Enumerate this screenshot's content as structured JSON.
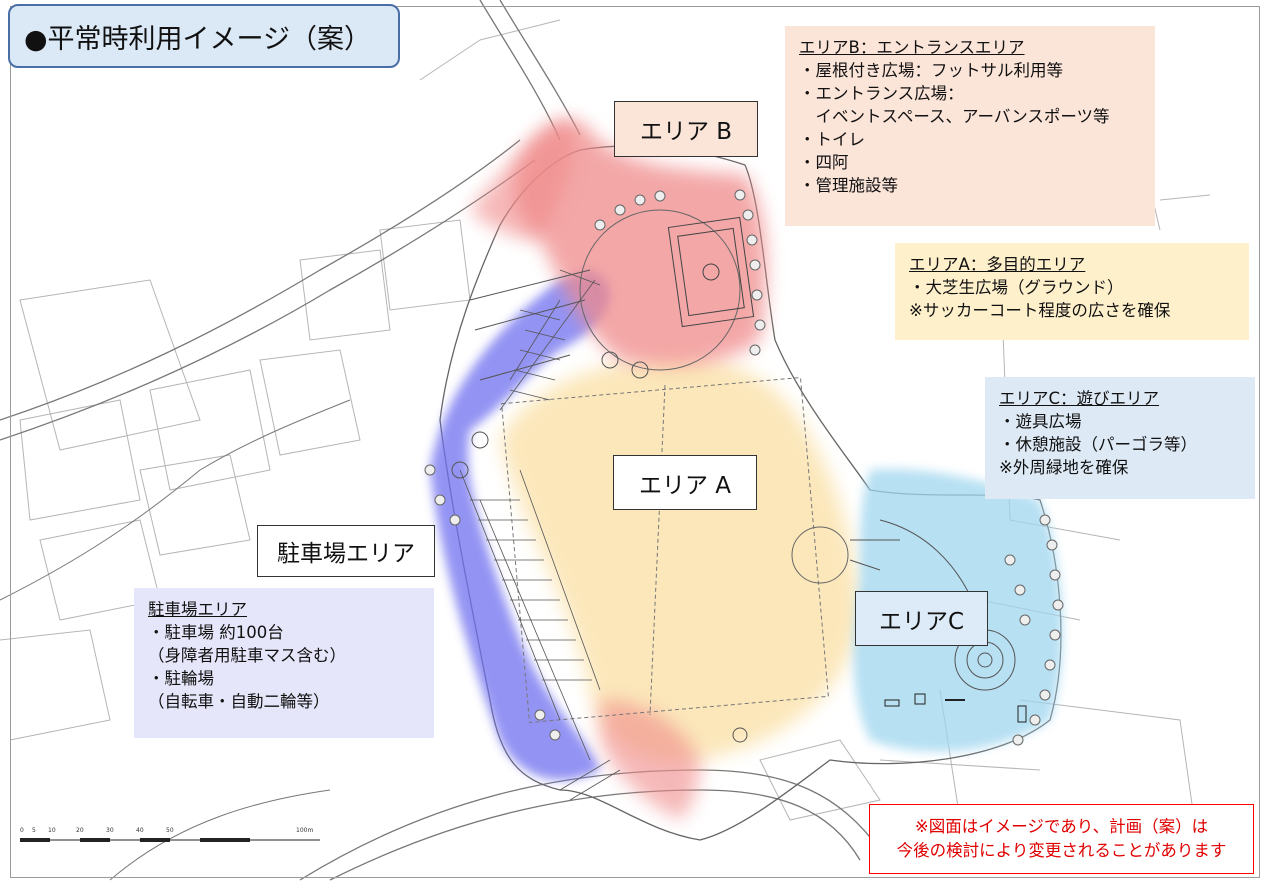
{
  "title": "●平常時利用イメージ（案）",
  "area_labels": {
    "b": "エリア B",
    "a": "エリア A",
    "c": "エリアC",
    "parking": "駐車場エリア"
  },
  "info_b": {
    "heading": "エリアB：エントランスエリア",
    "lines": [
      "・屋根付き広場：フットサル利用等",
      "・エントランス広場：",
      "　イベントスペース、アーバンスポーツ等",
      "・トイレ",
      "・四阿",
      "・管理施設等"
    ]
  },
  "info_a": {
    "heading": "エリアA：多目的エリア",
    "lines": [
      "・大芝生広場（グラウンド）",
      "※サッカーコート程度の広さを確保"
    ]
  },
  "info_c": {
    "heading": "エリアC：遊びエリア",
    "lines": [
      "・遊具広場",
      "・休憩施設（パーゴラ等）",
      "※外周緑地を確保"
    ]
  },
  "info_parking": {
    "heading": "駐車場エリア",
    "lines": [
      "・駐車場 約100台",
      "（身障者用駐車マス含む）",
      "・駐輪場",
      "（自転車・自動二輪等）"
    ]
  },
  "notice": {
    "line1": "※図面はイメージであり、計画（案）は",
    "line2": "今後の検討により変更されることがあります"
  },
  "scale_bar": {
    "ticks": [
      "0",
      "5",
      "10",
      "20",
      "30",
      "40",
      "50",
      "100m"
    ]
  },
  "colors": {
    "area_b": "#f08a8a",
    "area_a": "#fbe3ae",
    "area_c": "#9fd6ef",
    "parking": "#6f6ff0",
    "title_border": "#4a6fa5",
    "notice_red": "#ff0000"
  }
}
